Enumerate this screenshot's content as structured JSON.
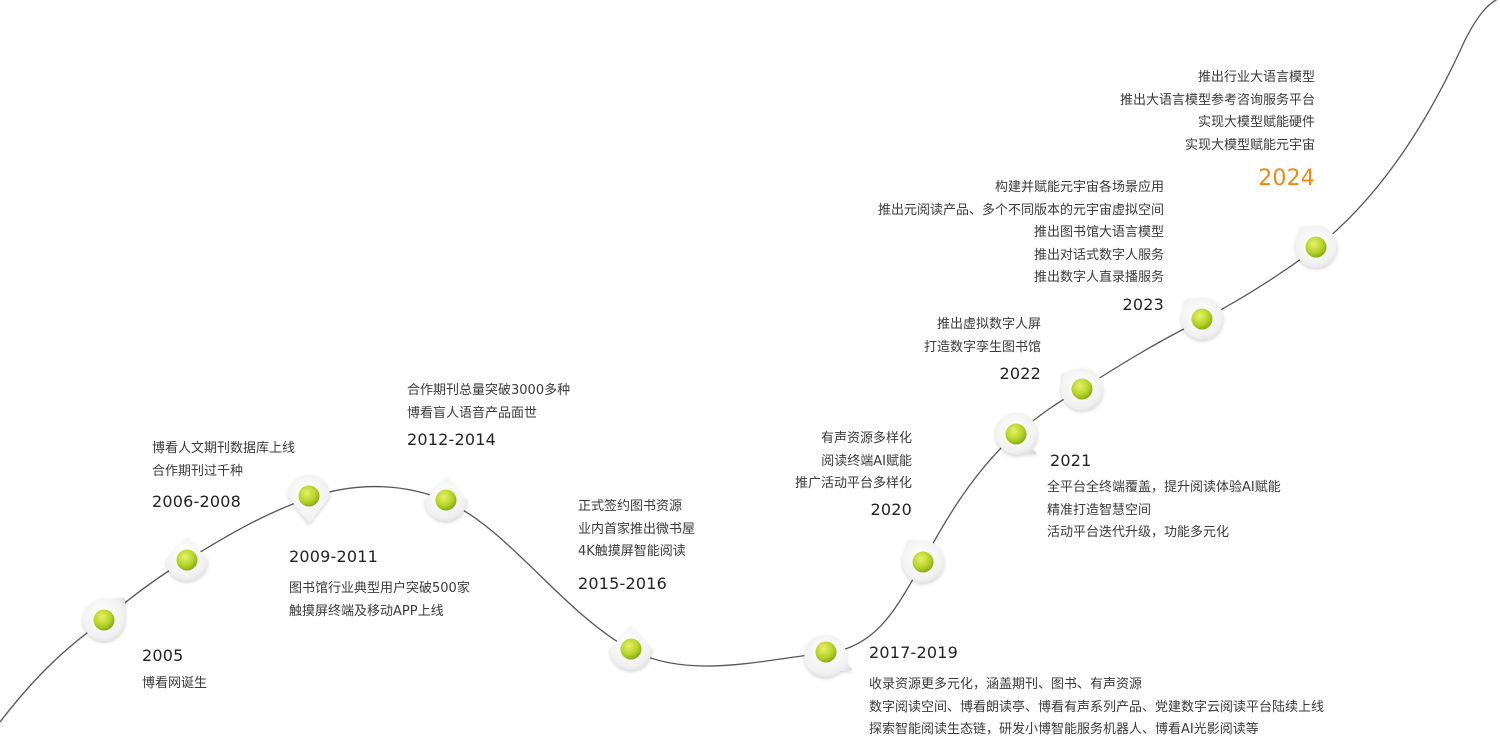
{
  "colors": {
    "curve": "#555555",
    "text": "#3a3a3a",
    "year": "#222222",
    "accent_year": "#ea8a10",
    "marker_outer": "#ececec",
    "marker_inner": "#b6d427"
  },
  "milestones": [
    {
      "id": "2005",
      "year": "2005",
      "lines": [
        "博看网诞生"
      ]
    },
    {
      "id": "2006",
      "year": "2006-2008",
      "lines": [
        "博看人文期刊数据库上线",
        "合作期刊过千种"
      ]
    },
    {
      "id": "2009",
      "year": "2009-2011",
      "lines": [
        "图书馆行业典型用户突破500家",
        "触摸屏终端及移动APP上线"
      ]
    },
    {
      "id": "2012",
      "year": "2012-2014",
      "lines": [
        "合作期刊总量突破3000多种",
        "博看盲人语音产品面世"
      ]
    },
    {
      "id": "2015",
      "year": "2015-2016",
      "lines": [
        "正式签约图书资源",
        "业内首家推出微书屋",
        "4K触摸屏智能阅读"
      ]
    },
    {
      "id": "2017",
      "year": "2017-2019",
      "lines": [
        "收录资源更多元化，涵盖期刊、图书、有声资源",
        "数字阅读空间、博看朗读亭、博看有声系列产品、党建数字云阅读平台陆续上线",
        "探索智能阅读生态链，研发小博智能服务机器人、博看AI光影阅读等"
      ]
    },
    {
      "id": "2020",
      "year": "2020",
      "lines": [
        "有声资源多样化",
        "阅读终端AI赋能",
        "推广活动平台多样化"
      ]
    },
    {
      "id": "2021",
      "year": "2021",
      "lines": [
        "全平台全终端覆盖，提升阅读体验AI赋能",
        "精准打造智慧空间",
        "活动平台迭代升级，功能多元化"
      ]
    },
    {
      "id": "2022",
      "year": "2022",
      "lines": [
        "推出虚拟数字人屏",
        "打造数字孪生图书馆"
      ]
    },
    {
      "id": "2023",
      "year": "2023",
      "lines": [
        "构建并赋能元宇宙各场景应用",
        "推出元阅读产品、多个不同版本的元宇宙虚拟空间",
        "推出图书馆大语言模型",
        "推出对话式数字人服务",
        "推出数字人直录播服务"
      ]
    },
    {
      "id": "2024",
      "year": "2024",
      "lines": [
        "推出行业大语言模型",
        "推出大语言模型参考咨询服务平台",
        "实现大模型赋能硬件",
        "实现大模型赋能元宇宙"
      ]
    }
  ]
}
